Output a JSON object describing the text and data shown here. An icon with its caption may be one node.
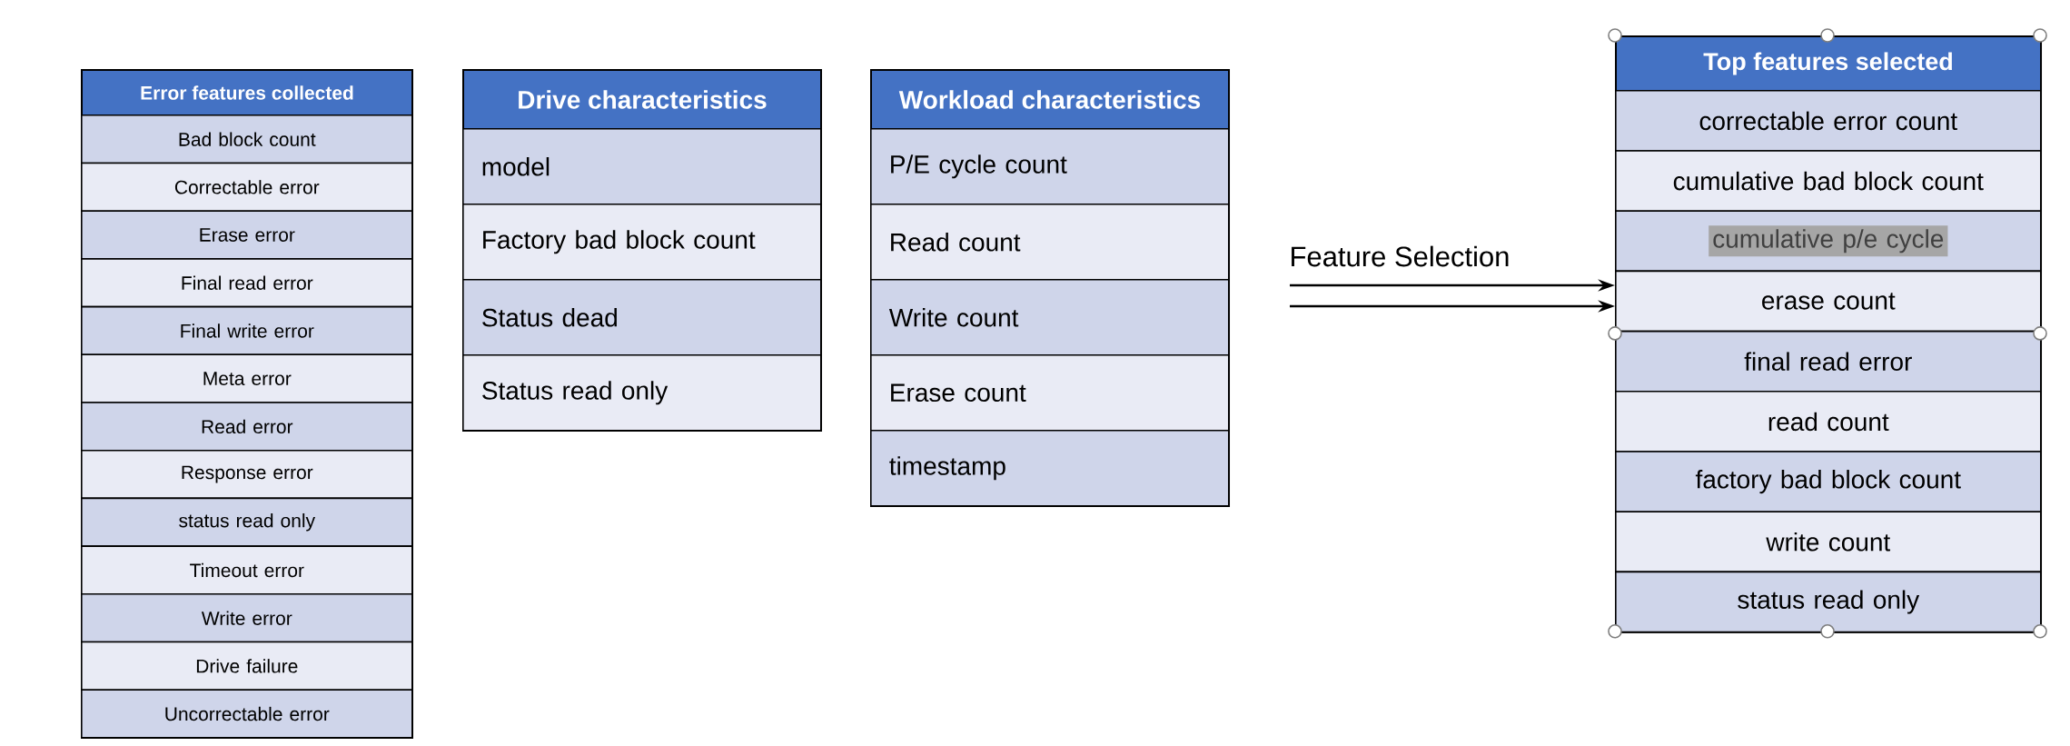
{
  "diagram": {
    "nodes": [
      {
        "text": [
          "Error features collected"
        ]
      },
      {
        "text": [
          "Bad block count"
        ],
        "in": 0
      },
      {
        "text": [
          "Correctable error"
        ],
        "in": 0
      },
      {
        "text": [
          "Erase error"
        ],
        "in": 0
      },
      {
        "text": [
          "Final read error"
        ],
        "in": 0
      },
      {
        "text": [
          "Final write error"
        ],
        "in": 0
      },
      {
        "text": [
          "Meta error"
        ],
        "in": 0
      },
      {
        "text": [
          "Read error"
        ],
        "in": 0
      },
      {
        "text": [
          "Response error"
        ],
        "in": 0
      },
      {
        "text": [
          "status read only"
        ],
        "in": 0
      },
      {
        "text": [
          "Timeout error"
        ],
        "in": 0
      },
      {
        "text": [
          "Write error"
        ],
        "in": 0
      },
      {
        "text": [
          "Drive failure"
        ],
        "in": 0
      },
      {
        "text": [
          "Uncorrectable error"
        ],
        "in": 0
      },
      {
        "text": [
          "Drive characteristics"
        ]
      },
      {
        "text": [
          "model"
        ],
        "in": 14
      },
      {
        "text": [
          "Factory bad block count"
        ],
        "in": 14
      },
      {
        "text": [
          "Status dead"
        ],
        "in": 14
      },
      {
        "text": [
          "Status read only"
        ],
        "in": 14
      },
      {
        "text": [
          "Workload characteristics"
        ]
      },
      {
        "text": [
          "P/E cycle count"
        ],
        "in": 19
      },
      {
        "text": [
          "Read count"
        ],
        "in": 19
      },
      {
        "text": [
          "Write count"
        ],
        "in": 19
      },
      {
        "text": [
          "Erase count"
        ],
        "in": 19
      },
      {
        "text": [
          "timestamp"
        ],
        "in": 19
      },
      {
        "text": [
          "Top features selected"
        ]
      },
      {
        "text": [
          "correctable error count"
        ],
        "in": 25
      },
      {
        "text": [
          "cumulative bad block count"
        ],
        "in": 25
      },
      {
        "text": [
          "cumulative p/e cycle"
        ],
        "in": 25
      },
      {
        "text": [
          "erase count"
        ],
        "in": 25
      },
      {
        "text": [
          "final read error"
        ],
        "in": 25
      },
      {
        "text": [
          "read count"
        ],
        "in": 25
      },
      {
        "text": [
          "factory bad block count"
        ],
        "in": 25
      },
      {
        "text": [
          "write count"
        ],
        "in": 25
      },
      {
        "text": [
          "status read only"
        ],
        "in": 25
      }
    ],
    "edges": [
      {
        "from": null,
        "to": 25,
        "arrow": "to",
        "label": "Feature Selection"
      },
      {
        "from": null,
        "to": 25,
        "arrow": "to"
      }
    ]
  }
}
